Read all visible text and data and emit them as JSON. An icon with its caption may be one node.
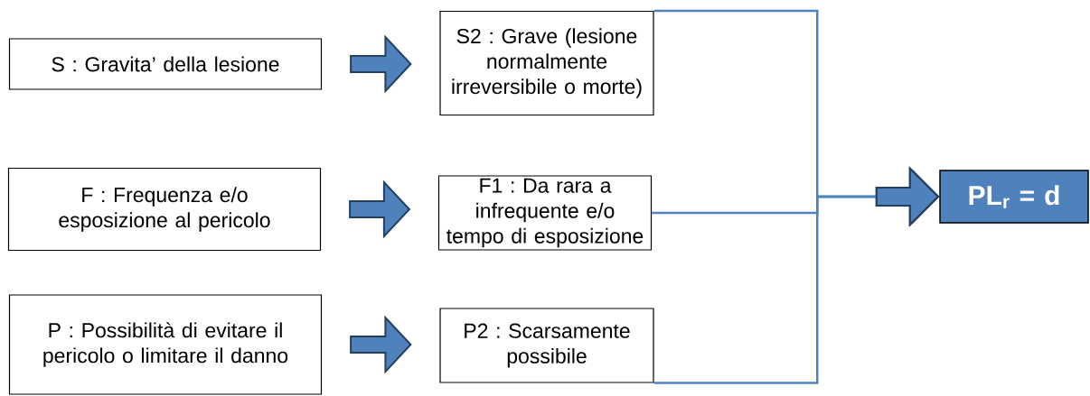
{
  "diagram": {
    "nodes": [
      {
        "text": [
          "S : Gravita’ della lesione"
        ]
      },
      {
        "text": [
          "S2 : Grave (lesione normalmente irreversibile o morte)"
        ]
      },
      {
        "text": [
          "F : Frequenza e/o esposizione al pericolo"
        ]
      },
      {
        "text": [
          "F1 : Da rara a infrequente e/o tempo di esposizione"
        ]
      },
      {
        "text": [
          "P : Possibilità di evitare il pericolo o limitare il danno"
        ]
      },
      {
        "text": [
          "P2 : Scarsamente possibile"
        ]
      },
      {
        "text": [
          "PL$_{r}$ = d"
        ]
      }
    ],
    "edges": [
      {
        "from": 0,
        "to": 1,
        "arrow": "to"
      },
      {
        "from": 2,
        "to": 3,
        "arrow": "to"
      },
      {
        "from": 4,
        "to": 5,
        "arrow": "to"
      },
      {
        "from": 1,
        "to": 6,
        "arrow": "to"
      },
      {
        "from": 3,
        "to": 6,
        "arrow": "to"
      },
      {
        "from": 5,
        "to": 6,
        "arrow": "to"
      }
    ]
  }
}
